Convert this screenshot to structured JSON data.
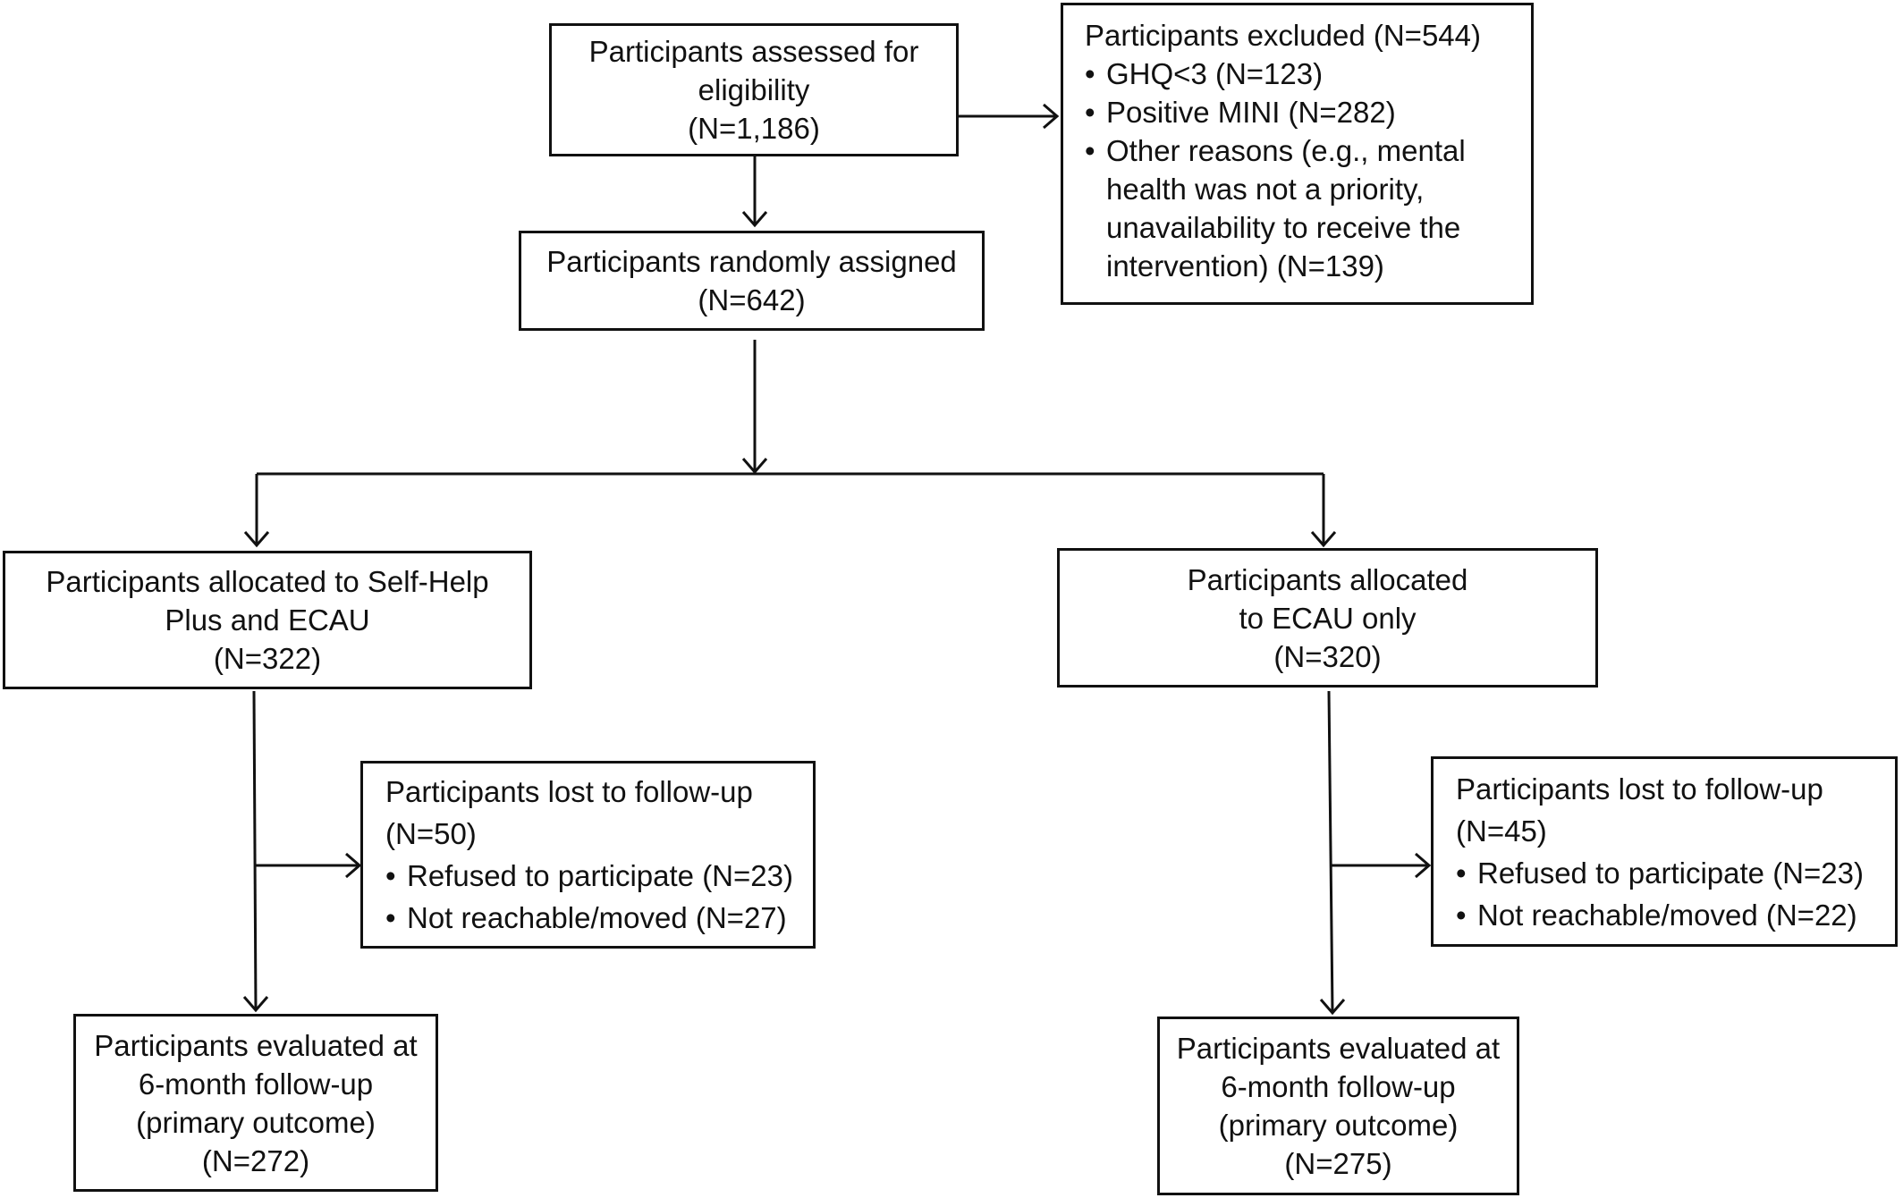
{
  "assessed": {
    "lines": [
      "Participants assessed for",
      "eligibility",
      "(N=1,186)"
    ]
  },
  "excluded": {
    "title": "Participants excluded (N=544)",
    "items": [
      [
        "GHQ<3 (N=123)"
      ],
      [
        "Positive MINI (N=282)"
      ],
      [
        "Other reasons (e.g., mental",
        "health was not a priority,",
        "unavailability to receive the",
        "intervention) (N=139)"
      ]
    ]
  },
  "randomized": {
    "lines": [
      "Participants randomly assigned",
      "(N=642)"
    ]
  },
  "arm_shp": {
    "lines": [
      "Participants allocated to Self-Help",
      "Plus and ECAU",
      "(N=322)"
    ]
  },
  "arm_ecau": {
    "lines": [
      "Participants allocated",
      "to ECAU only",
      "(N=320)"
    ]
  },
  "lost_shp": {
    "title": "Participants lost to follow-up",
    "count": "(N=50)",
    "items": [
      "Refused to participate (N=23)",
      "Not reachable/moved (N=27)"
    ]
  },
  "lost_ecau": {
    "title": "Participants lost to follow-up",
    "count": "(N=45)",
    "items": [
      "Refused to participate (N=23)",
      "Not reachable/moved (N=22)"
    ]
  },
  "eval_shp": {
    "lines": [
      "Participants evaluated at",
      "6-month follow-up",
      "(primary outcome)",
      "(N=272)"
    ]
  },
  "eval_ecau": {
    "lines": [
      "Participants evaluated at",
      "6-month follow-up",
      "(primary outcome)",
      "(N=275)"
    ]
  }
}
